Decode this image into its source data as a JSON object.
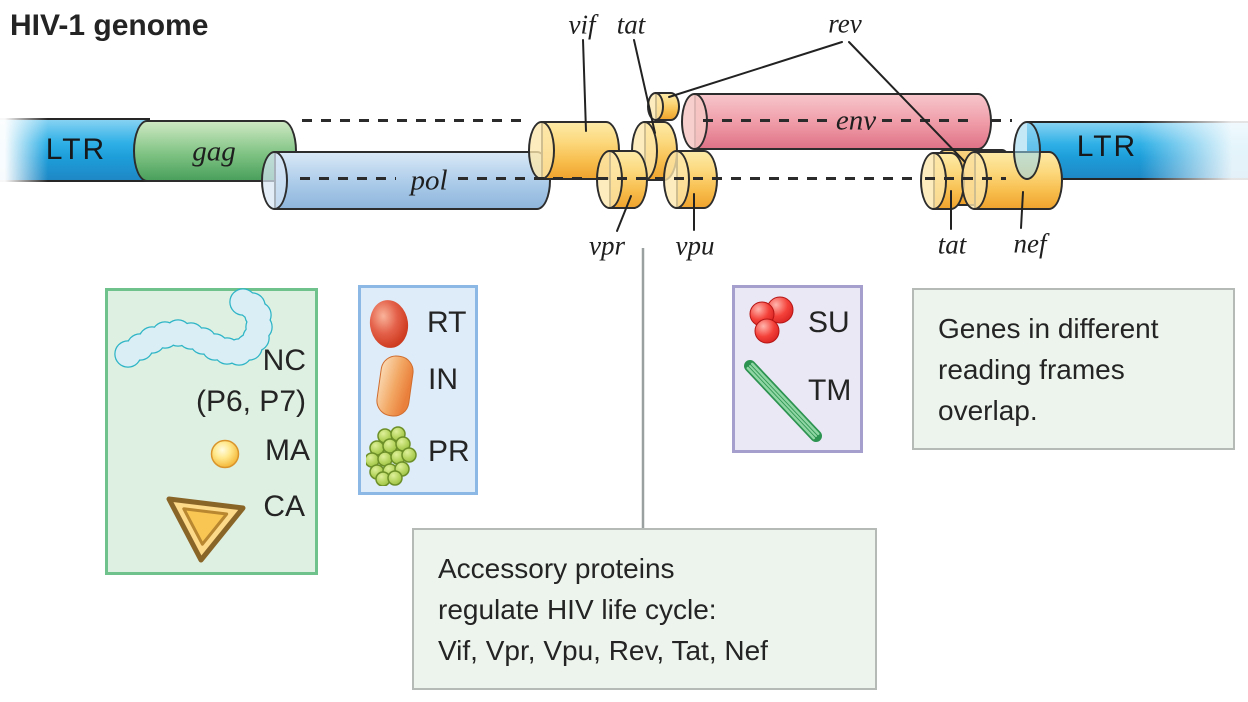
{
  "title": "HIV-1 genome",
  "genome": {
    "ltr_left": "LTR",
    "ltr_right": "LTR",
    "genes": {
      "gag": "gag",
      "pol": "pol",
      "env": "env",
      "vif": "vif",
      "tat_exon1": "tat",
      "rev": "rev",
      "vpr": "vpr",
      "vpu": "vpu",
      "tat_exon2": "tat",
      "nef": "nef"
    }
  },
  "legend": {
    "gag_products": {
      "nc": "NC",
      "nc_alt": "(P6, P7)",
      "ma": "MA",
      "ca": "CA"
    },
    "pol_products": {
      "rt": "RT",
      "in": "IN",
      "pr": "PR"
    },
    "env_products": {
      "su": "SU",
      "tm": "TM"
    }
  },
  "notes": {
    "overlap": {
      "line1": "Genes in different",
      "line2": "reading frames",
      "line3": "overlap."
    },
    "accessory": {
      "line1": "Accessory proteins",
      "line2": "regulate HIV life cycle:",
      "line3": "Vif, Vpr, Vpu, Rev, Tat, Nef"
    }
  },
  "colors": {
    "ltr_blue": "#29abe2",
    "gag_green": "#7fc383",
    "pol_blue": "#abcbe9",
    "env_pink": "#ef9aa6",
    "accessory_yellow": "#f7bc4a",
    "rev_orange": "#f4b13a",
    "gag_box_border": "#6fc28c",
    "pol_box_border": "#8cb8e6",
    "env_box_border": "#a49fcd",
    "note_box_bg": "#edf4ed",
    "nc_teal": "#2fb5c6",
    "ma_yellow": "#f6bf45",
    "ca_gold": "#fbcf6e",
    "rt_red": "#cf3d22",
    "in_orange": "#f2a662",
    "pr_green": "#b5d45e",
    "su_red": "#f4423a",
    "tm_green": "#2c9350",
    "dash_line": "#2b2b2b",
    "leader_line": "#222222",
    "connector_gray": "#9aa0a0"
  }
}
